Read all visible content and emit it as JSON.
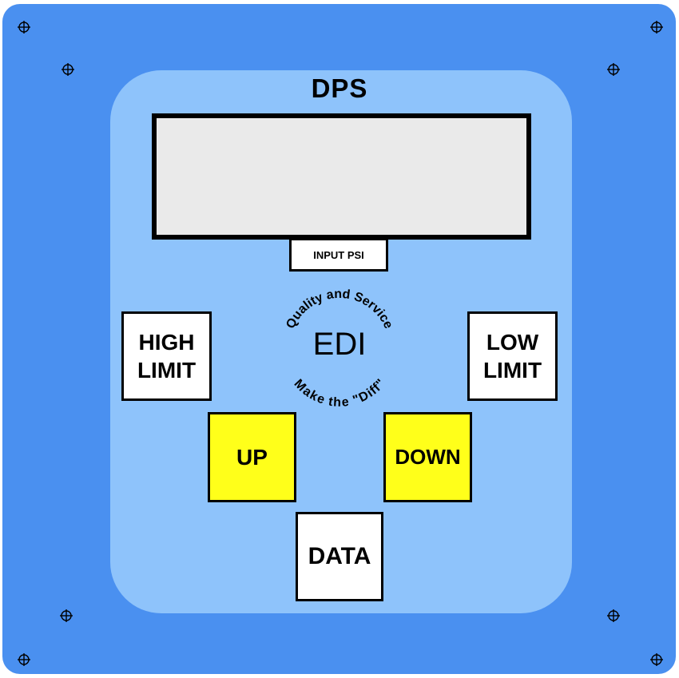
{
  "device": {
    "title": "DPS",
    "display_value": "",
    "display_mode_label": "INPUT PSI"
  },
  "buttons": {
    "high_limit": [
      "HIGH",
      "LIMIT"
    ],
    "low_limit": [
      "LOW",
      "LIMIT"
    ],
    "up": "UP",
    "down": "DOWN",
    "data": "DATA"
  },
  "logo": {
    "brand": "EDI",
    "top_arc_text": "Quality and Service",
    "bottom_arc_text": "Make the \"Diff\""
  },
  "colors": {
    "outer_panel": "#4a90f0",
    "inner_face": "#8ec3fb",
    "display_bg": "#eaeaea",
    "arrow_keys": "#ffff1a",
    "function_keys": "#ffffff"
  },
  "icons": {
    "screws": "crosshair-screw-icon"
  }
}
